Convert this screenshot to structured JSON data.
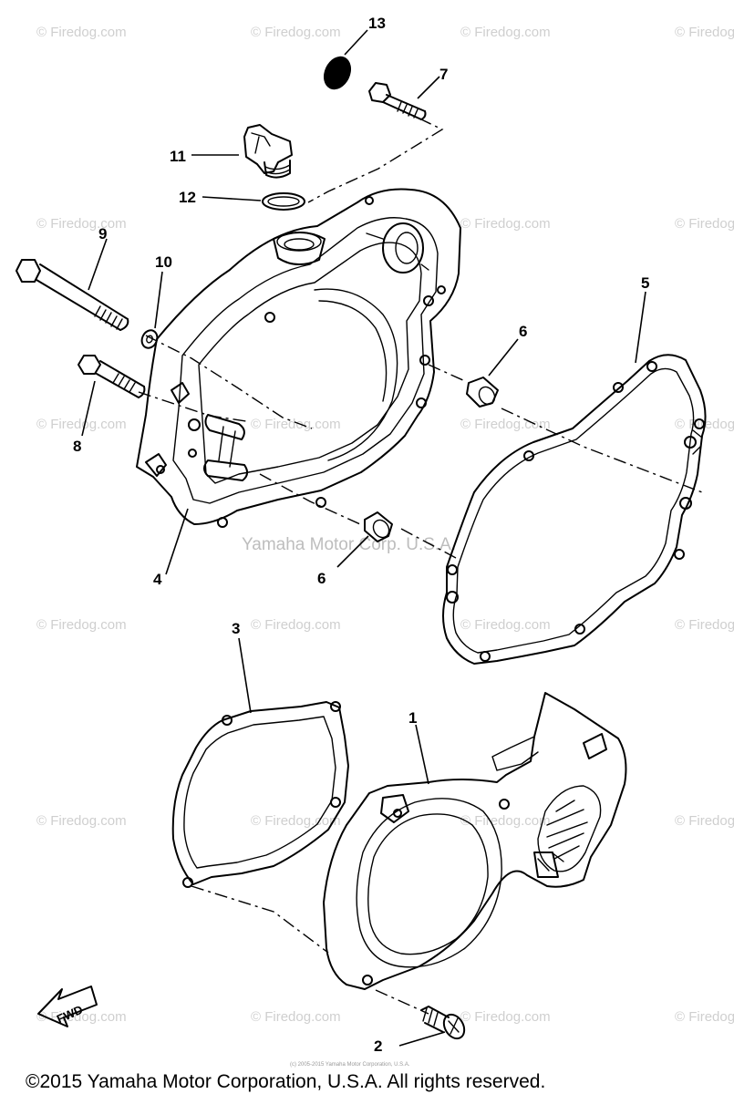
{
  "part_labels": [
    "13",
    "7",
    "11",
    "12",
    "9",
    "10",
    "5",
    "6",
    "8",
    "6",
    "4",
    "3",
    "1",
    "2"
  ],
  "fwd_label": "FWD",
  "watermark_text": "© Firedog.com",
  "center_watermark": "Yamaha Motor Corp. U.S.A.",
  "small_text": "(c) 2005-2015 Yamaha Motor Corporation, U.S.A.",
  "copyright": "©2015 Yamaha Motor Corporation, U.S.A. All rights reserved."
}
